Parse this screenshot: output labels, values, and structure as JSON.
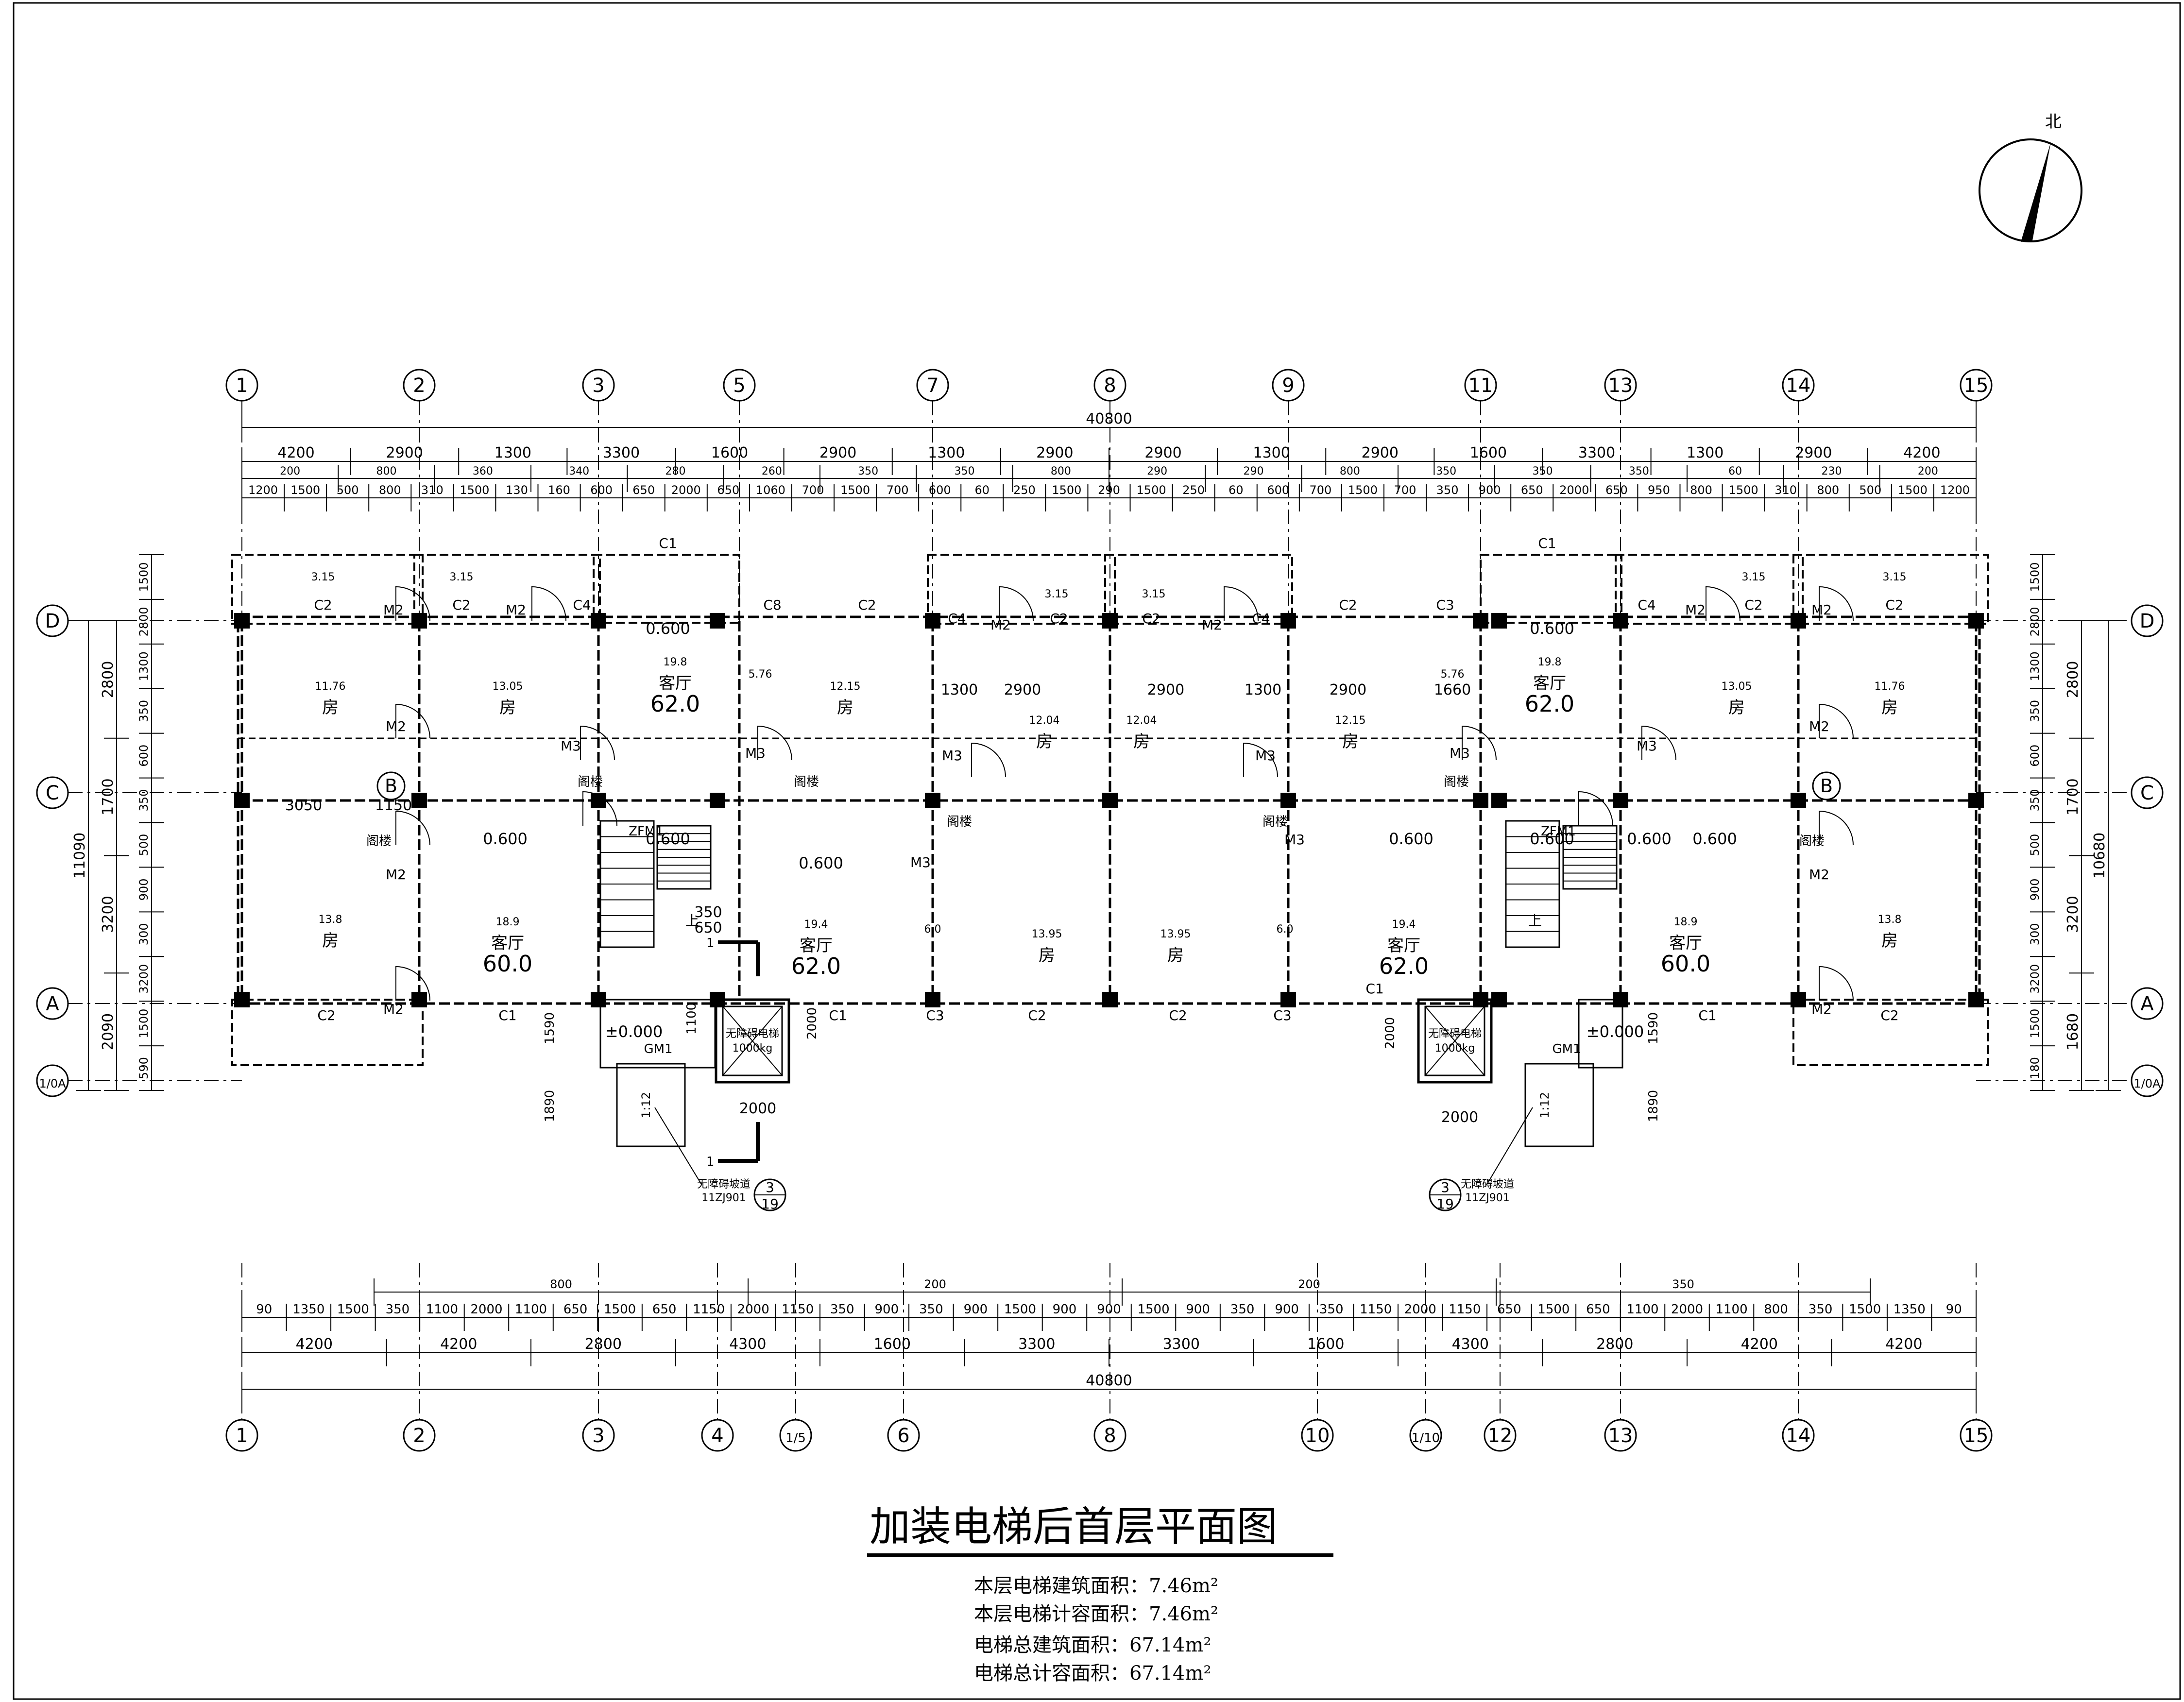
{
  "drawing_title": "加装电梯后首层平面图",
  "area_notes": [
    "本层电梯建筑面积：7.46m²",
    "本层电梯计容面积：7.46m²",
    "电梯总建筑面积：67.14m²",
    "电梯总计容面积：67.14m²"
  ],
  "north_label": "北",
  "axes_top": [
    "1",
    "2",
    "3",
    "5",
    "7",
    "8",
    "9",
    "11",
    "13",
    "14",
    "15"
  ],
  "axes_bottom": [
    "1",
    "2",
    "3",
    "4",
    "1/5",
    "6",
    "8",
    "10",
    "1/10",
    "12",
    "13",
    "14",
    "15"
  ],
  "axes_left": [
    "D",
    "C",
    "A",
    "1/0A"
  ],
  "axes_right": [
    "D",
    "C",
    "A",
    "1/0A"
  ],
  "dim_top_total": "40800",
  "dim_top_row1": [
    "4200",
    "2900",
    "1300",
    "3300",
    "1600",
    "2900",
    "1300",
    "2900",
    "2900",
    "1300",
    "2900",
    "1600",
    "3300",
    "1300",
    "2900",
    "4200"
  ],
  "dim_top_row2": [
    "1200",
    "1500",
    "500",
    "800",
    "310",
    "1500",
    "130",
    "160",
    "600",
    "650",
    "2000",
    "650",
    "1060",
    "700",
    "1500",
    "700",
    "600",
    "60",
    "250",
    "1500",
    "290",
    "1500",
    "250",
    "60",
    "600",
    "700",
    "1500",
    "700",
    "350",
    "900",
    "650",
    "2000",
    "650",
    "950",
    "800",
    "1500",
    "310",
    "800",
    "500",
    "1500",
    "1200"
  ],
  "dim_top_row3": [
    "200",
    "800",
    "360",
    "340",
    "280",
    "260",
    "350",
    "350",
    "800",
    "290",
    "290",
    "800",
    "350",
    "350",
    "350",
    "60",
    "230",
    "200"
  ],
  "dim_bottom_row1": [
    "90",
    "1350",
    "1500",
    "350",
    "1100",
    "2000",
    "1100",
    "650",
    "1500",
    "650",
    "1150",
    "2000",
    "1150",
    "350",
    "900",
    "350",
    "900",
    "1500",
    "900",
    "900",
    "1500",
    "900",
    "350",
    "900",
    "350",
    "1150",
    "2000",
    "1150",
    "650",
    "1500",
    "650",
    "1100",
    "2000",
    "1100",
    "800",
    "350",
    "1500",
    "1350",
    "90"
  ],
  "dim_bottom_row0": [
    "800",
    "200",
    "200",
    "350"
  ],
  "dim_bottom_row2": [
    "4200",
    "4200",
    "2800",
    "4300",
    "1600",
    "3300",
    "3300",
    "1600",
    "4300",
    "2800",
    "4200",
    "4200"
  ],
  "dim_bottom_total": "40800",
  "dim_left_outer": "11090",
  "dim_left_mid": [
    "2800",
    "1700",
    "3200",
    "2090"
  ],
  "dim_left_inner": [
    "1500",
    "2800",
    "1300",
    "350",
    "600",
    "350",
    "500",
    "900",
    "300",
    "3200",
    "1500",
    "590"
  ],
  "dim_right_outer": "10680",
  "dim_right_mid": [
    "2800",
    "1700",
    "3200",
    "1680"
  ],
  "dim_right_inner": [
    "1500",
    "2800",
    "1300",
    "350",
    "600",
    "350",
    "500",
    "900",
    "300",
    "3200",
    "1500",
    "180"
  ],
  "rooms": [
    {
      "area": "3.15"
    },
    {
      "area": "3.15"
    },
    {
      "area": "3.15"
    },
    {
      "area": "3.15"
    },
    {
      "area": "3.15"
    },
    {
      "area": "3.15"
    },
    {
      "name": "房",
      "area": "11.76"
    },
    {
      "name": "房",
      "area": "13.05"
    },
    {
      "name": "客厅",
      "area": "19.8",
      "big": "62.0"
    },
    {
      "area": "5.76"
    },
    {
      "name": "房",
      "area": "12.15"
    },
    {
      "name": "房",
      "area": "12.04"
    },
    {
      "name": "房",
      "area": "12.04"
    },
    {
      "name": "房",
      "area": "12.15"
    },
    {
      "area": "5.76"
    },
    {
      "name": "客厅",
      "area": "19.8",
      "big": "62.0"
    },
    {
      "name": "房",
      "area": "13.05"
    },
    {
      "name": "房",
      "area": "11.76"
    },
    {
      "name": "房",
      "area": "13.8"
    },
    {
      "name": "客厅",
      "area": "18.9",
      "big": "60.0"
    },
    {
      "name": "客厅",
      "area": "19.4",
      "big": "62.0"
    },
    {
      "area": "6.0"
    },
    {
      "name": "房",
      "area": "13.95"
    },
    {
      "name": "房",
      "area": "13.95"
    },
    {
      "area": "6.0"
    },
    {
      "name": "客厅",
      "area": "19.4",
      "big": "62.0"
    },
    {
      "name": "客厅",
      "area": "18.9",
      "big": "60.0"
    },
    {
      "name": "房",
      "area": "13.8"
    }
  ],
  "windows": [
    "C1",
    "C2",
    "C3",
    "C4",
    "C8"
  ],
  "doors": [
    "M2",
    "M3",
    "ZFM1",
    "GM1"
  ],
  "stair_label": "阁楼",
  "up_label": "上",
  "levels": [
    "0.600",
    "±0.000"
  ],
  "elevator_label": "无障碍电梯",
  "elevator_cap": "1000kg",
  "elevator_dims": [
    "2000",
    "1100",
    "2000",
    "1590",
    "1890",
    "2000",
    "2000",
    "1590",
    "1890"
  ],
  "ramp_slope": "1:12",
  "ramp_text": "无障碍坡道",
  "ramp_ref": "11ZJ901",
  "ramp_detail": [
    "3",
    "19"
  ],
  "section_mark": "1",
  "interior_dims": [
    "3050",
    "1150",
    "1300",
    "2900",
    "2900",
    "1300",
    "2900",
    "1660",
    "350",
    "650"
  ]
}
